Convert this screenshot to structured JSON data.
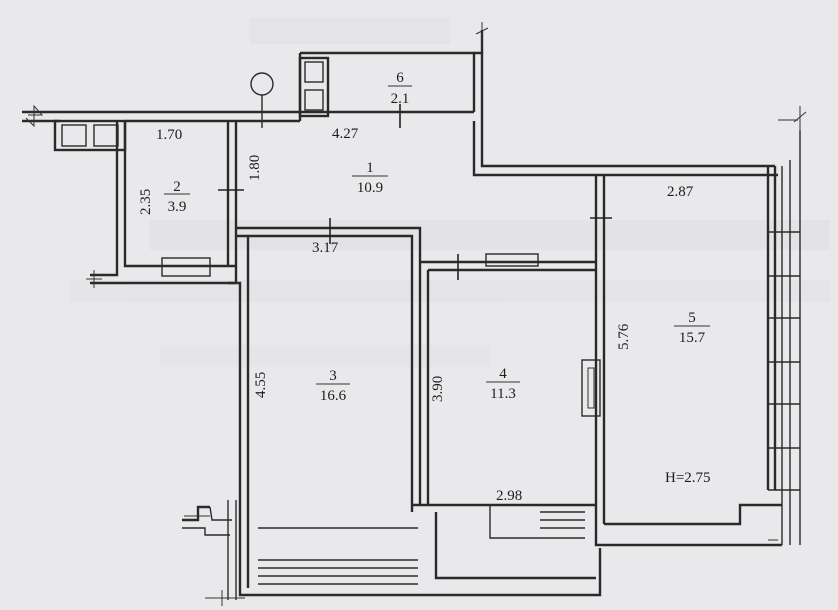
{
  "rooms": [
    {
      "number": "1",
      "area": "10.9"
    },
    {
      "number": "2",
      "area": "3.9"
    },
    {
      "number": "3",
      "area": "16.6"
    },
    {
      "number": "4",
      "area": "11.3"
    },
    {
      "number": "5",
      "area": "15.7"
    },
    {
      "number": "6",
      "area": "2.1"
    }
  ],
  "dimensions": {
    "d170": "1.70",
    "d427": "4.27",
    "d180": "1.80",
    "d235": "2.35",
    "d317": "3.17",
    "d287": "2.87",
    "d576": "5.76",
    "d455": "4.55",
    "d390": "3.90",
    "d298": "2.98"
  },
  "ceiling_height": "H=2.75"
}
